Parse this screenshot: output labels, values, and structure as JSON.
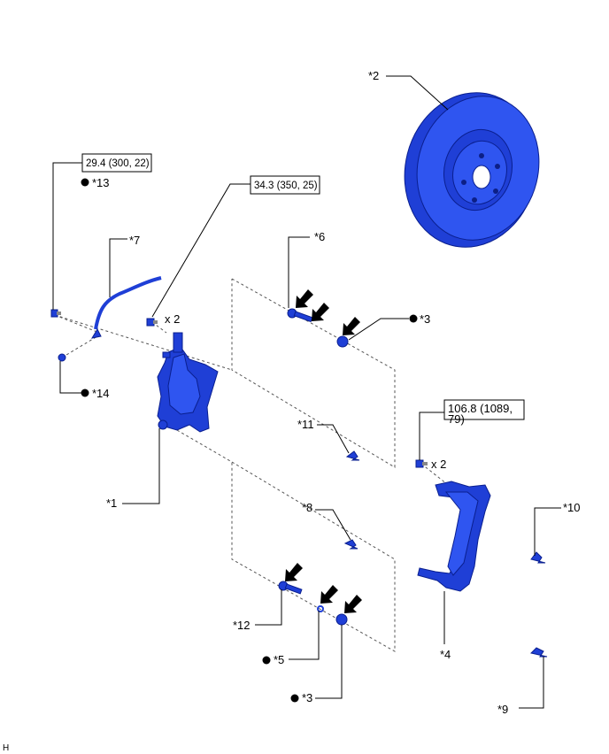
{
  "parts": [
    {
      "id": "p1",
      "text": "*1"
    },
    {
      "id": "p2",
      "text": "*2"
    },
    {
      "id": "p3a",
      "text": "*3"
    },
    {
      "id": "p3b",
      "text": "*3"
    },
    {
      "id": "p4",
      "text": "*4"
    },
    {
      "id": "p5",
      "text": "*5"
    },
    {
      "id": "p6",
      "text": "*6"
    },
    {
      "id": "p7",
      "text": "*7"
    },
    {
      "id": "p8",
      "text": "*8"
    },
    {
      "id": "p9",
      "text": "*9"
    },
    {
      "id": "p10",
      "text": "*10"
    },
    {
      "id": "p11",
      "text": "*11"
    },
    {
      "id": "p12",
      "text": "*12"
    },
    {
      "id": "p13",
      "text": "*13"
    },
    {
      "id": "p14",
      "text": "*14"
    }
  ],
  "torques": {
    "t1": "29.4 (300, 22)",
    "t2": "34.3 (350, 25)",
    "t3_line1": "106.8 (1089,",
    "t3_line2": "79)"
  },
  "quantities": {
    "q1": "x 2",
    "q2": "x 2"
  },
  "corner_code": "H",
  "colors": {
    "part_blue": "#1f3fd6",
    "part_dark": "#0c1f86",
    "line": "#000000"
  },
  "icons": {
    "bullet": "filled-circle",
    "indicator": "black-arrow"
  }
}
